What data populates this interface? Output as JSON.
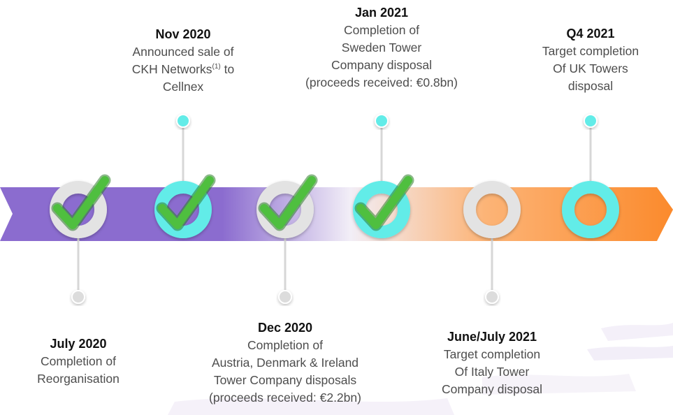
{
  "colors": {
    "arrow_start": "#8b6ccf",
    "arrow_mid": "#f2eef7",
    "arrow_end": "#fb8a2c",
    "ring_grey": "#e3e3e3",
    "ring_cyan": "#62ece8",
    "check": "#4fbf3f",
    "pin_cyan": "#62ece8",
    "pin_grey": "#dcdcdc"
  },
  "milestones": [
    {
      "id": "july-2020",
      "date": "July 2020",
      "lines": [
        "Completion of",
        "Reorganisation"
      ],
      "status": "completed",
      "ring": "grey",
      "pin": "below"
    },
    {
      "id": "nov-2020",
      "date": "Nov 2020",
      "lines": [
        "Announced sale of",
        "CKH Networks",
        "to",
        "Cellnex"
      ],
      "footnote": "(1)",
      "status": "completed",
      "ring": "cyan",
      "pin": "above"
    },
    {
      "id": "dec-2020",
      "date": "Dec 2020",
      "lines": [
        "Completion of",
        "Austria, Denmark & Ireland",
        "Tower Company disposals",
        "(proceeds received: €2.2bn)"
      ],
      "status": "completed",
      "ring": "grey",
      "pin": "below"
    },
    {
      "id": "jan-2021",
      "date": "Jan 2021",
      "lines": [
        "Completion of",
        "Sweden Tower",
        "Company disposal",
        "(proceeds received: €0.8bn)"
      ],
      "status": "completed",
      "ring": "cyan",
      "pin": "above"
    },
    {
      "id": "june-july-2021",
      "date": "June/July 2021",
      "lines": [
        "Target completion",
        "Of Italy Tower",
        "Company disposal"
      ],
      "status": "pending",
      "ring": "grey",
      "pin": "below"
    },
    {
      "id": "q4-2021",
      "date": "Q4 2021",
      "lines": [
        "Target completion",
        "Of UK Towers",
        "disposal"
      ],
      "status": "pending",
      "ring": "cyan",
      "pin": "above"
    }
  ]
}
